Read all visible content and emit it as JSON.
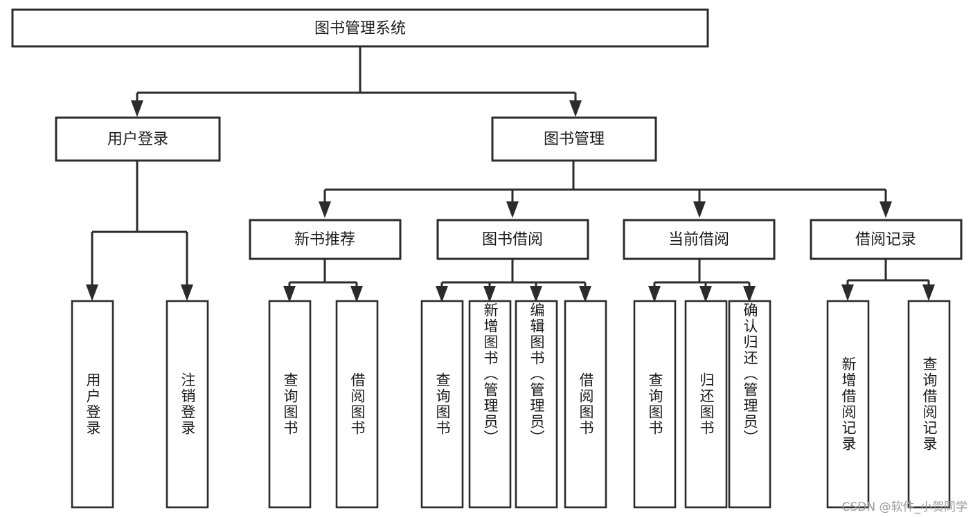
{
  "diagram": {
    "type": "tree",
    "title_node": "图书管理系统",
    "watermark": "CSDN @软件_小贺同学",
    "colors": {
      "background": "#ffffff",
      "box_fill": "#ffffff",
      "stroke": "#2b2b2b",
      "text": "#1a1a1a",
      "watermark": "#9a9a9a"
    },
    "root": {
      "label": "图书管理系统"
    },
    "level2": [
      {
        "label": "用户登录"
      },
      {
        "label": "图书管理"
      }
    ],
    "level3": [
      {
        "label": "新书推荐"
      },
      {
        "label": "图书借阅"
      },
      {
        "label": "当前借阅"
      },
      {
        "label": "借阅记录"
      }
    ],
    "leaves": {
      "user_login": [
        {
          "label": "用户登录"
        },
        {
          "label": "注销登录"
        }
      ],
      "new_book_recommend": [
        {
          "label": "查询图书"
        },
        {
          "label": "借阅图书"
        }
      ],
      "book_borrow": [
        {
          "label": "查询图书"
        },
        {
          "label": "新增图书（管理员）"
        },
        {
          "label": "编辑图书（管理员）"
        },
        {
          "label": "借阅图书"
        }
      ],
      "current_borrow": [
        {
          "label": "查询图书"
        },
        {
          "label": "归还图书"
        },
        {
          "label": "确认归还（管理员）"
        }
      ],
      "borrow_record": [
        {
          "label": "新增借阅记录"
        },
        {
          "label": "查询借阅记录"
        }
      ]
    }
  }
}
